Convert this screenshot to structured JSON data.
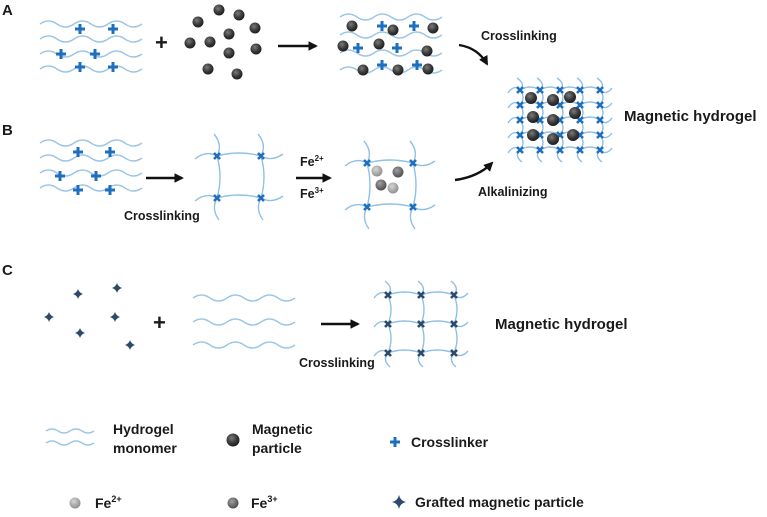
{
  "figure": {
    "panels": [
      {
        "id": "A",
        "label": "A",
        "steps": [
          {
            "text": "Crosslinking"
          }
        ],
        "result": "Magnetic hydrogel"
      },
      {
        "id": "B",
        "label": "B",
        "steps": [
          {
            "text": "Crosslinking"
          },
          {
            "text": "Fe",
            "sup_a": "2+",
            "sup_b": "3+"
          },
          {
            "text": "Alkalinizing"
          }
        ],
        "result": "Magnetic hydrogel"
      },
      {
        "id": "C",
        "label": "C",
        "steps": [
          {
            "text": "Crosslinking"
          }
        ],
        "result": "Magnetic hydrogel"
      }
    ],
    "operators": {
      "plus": "+"
    },
    "reagents": {
      "fe": "Fe",
      "fe2_sup": "2+",
      "fe3_sup": "3+"
    }
  },
  "legend": {
    "items": [
      {
        "key": "hydrogel-monomer",
        "line1": "Hydrogel",
        "line2": "monomer"
      },
      {
        "key": "magnetic-particle",
        "line1": "Magnetic",
        "line2": "particle"
      },
      {
        "key": "crosslinker",
        "line1": "Crosslinker"
      },
      {
        "key": "fe2",
        "base": "Fe",
        "sup": "2+"
      },
      {
        "key": "fe3",
        "base": "Fe",
        "sup": "3+"
      },
      {
        "key": "grafted-magnetic-particle",
        "line1": "Grafted magnetic particle"
      }
    ]
  },
  "colors": {
    "monomer": "#9cc6e6",
    "crosslinker": "#1f6fbf",
    "grafted": "#2c4a6b",
    "magnetic_particle": "#3a3a3a",
    "fe2": "#a8a8a8",
    "fe3": "#6e6e6e",
    "text": "#1a1a1a"
  }
}
